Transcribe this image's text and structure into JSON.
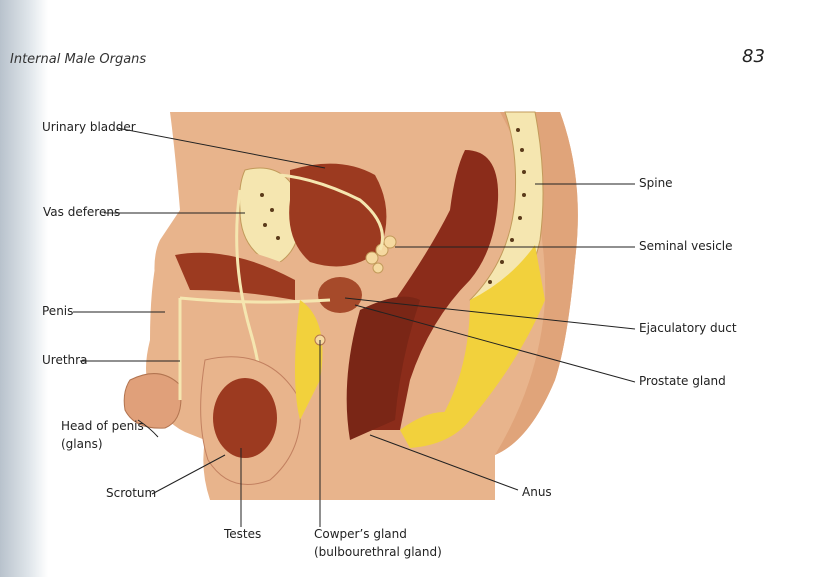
{
  "header": {
    "title": "Internal Male Organs",
    "page_number": "83"
  },
  "labels": {
    "urinary_bladder": "Urinary bladder",
    "vas_deferens": "Vas deferens",
    "penis": "Penis",
    "urethra": "Urethra",
    "head_of_penis": "Head of penis",
    "glans": "(glans)",
    "scrotum": "Scrotum",
    "testes": "Testes",
    "cowpers_gland": "Cowper’s gland",
    "bulbourethral_gland": "(bulbourethral gland)",
    "anus": "Anus",
    "spine": "Spine",
    "seminal_vesicle": "Seminal vesicle",
    "ejaculatory_duct": "Ejaculatory duct",
    "prostate_gland": "Prostate gland"
  },
  "colors": {
    "skin": "#e8b48c",
    "skin_dark": "#d99a70",
    "muscle": "#8b2c1a",
    "fat": "#f2d13c",
    "bone": "#f5e6b0",
    "bone_spot": "#5a3a1a",
    "organ": "#9c3a20",
    "line": "#222222"
  }
}
